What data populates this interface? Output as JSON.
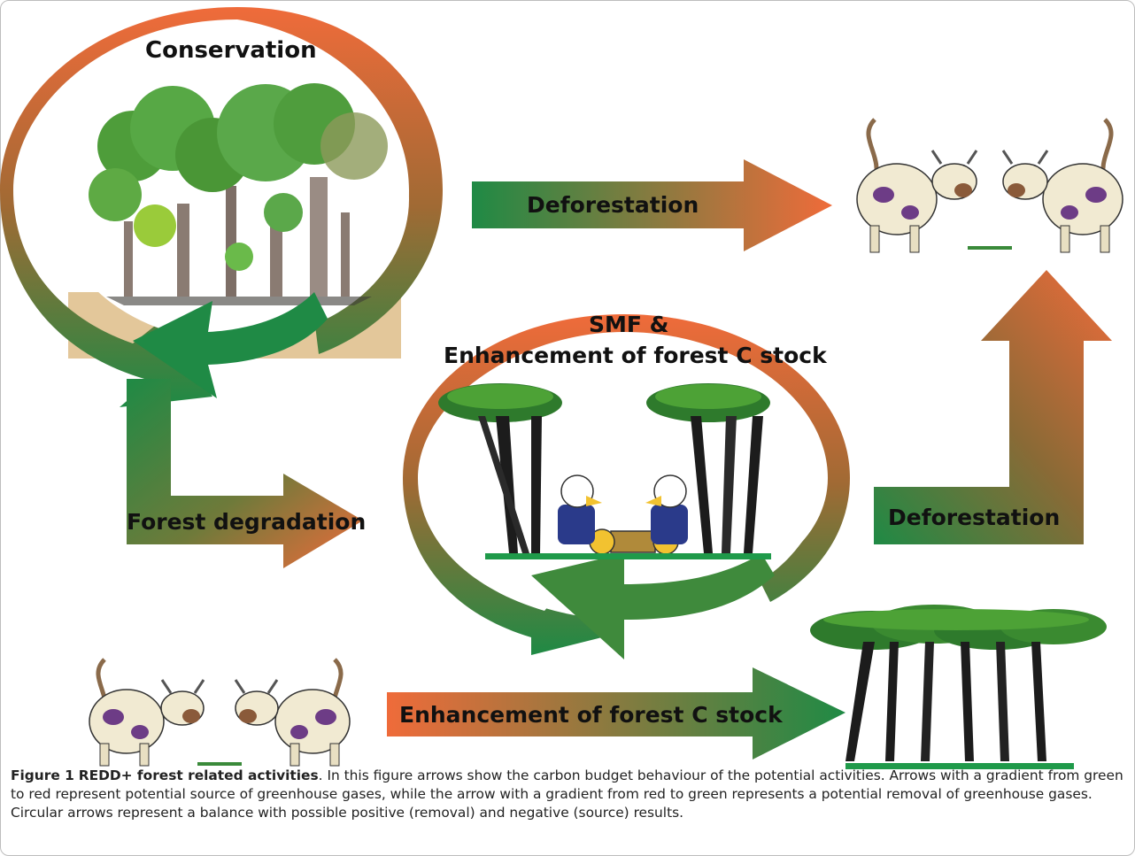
{
  "labels": {
    "conservation": "Conservation",
    "deforestation_top": "Deforestation",
    "smf_line1": "SMF &",
    "smf_line2": "Enhancement of forest C stock",
    "forest_degradation": "Forest degradation",
    "deforestation_right": "Deforestation",
    "enhancement": "Enhancement of forest C stock"
  },
  "caption": {
    "figure_label": "Figure 1",
    "figure_title": "REDD+ forest related activities",
    "text": ". In this figure arrows show the carbon budget behaviour of the potential activities. Arrows with a gradient from green to red represent potential source of greenhouse gases, while the arrow with a gradient from red to green represents a potential removal of greenhouse gases. Circular arrows represent a balance with possible positive (removal) and negative (source) results."
  },
  "colors": {
    "green": "#1f8a45",
    "orange": "#ef6b3a",
    "brown_mid": "#9a6a32",
    "sand": "#e3c79a",
    "ground": "#1f9a4a",
    "foliage": "#4e9d3a",
    "cow_body": "#f1ead2",
    "cow_spot": "#6d3c86"
  },
  "icons": [
    "forest-illustration",
    "cows-icon",
    "acacia-trees-icon",
    "loggers-icon"
  ]
}
